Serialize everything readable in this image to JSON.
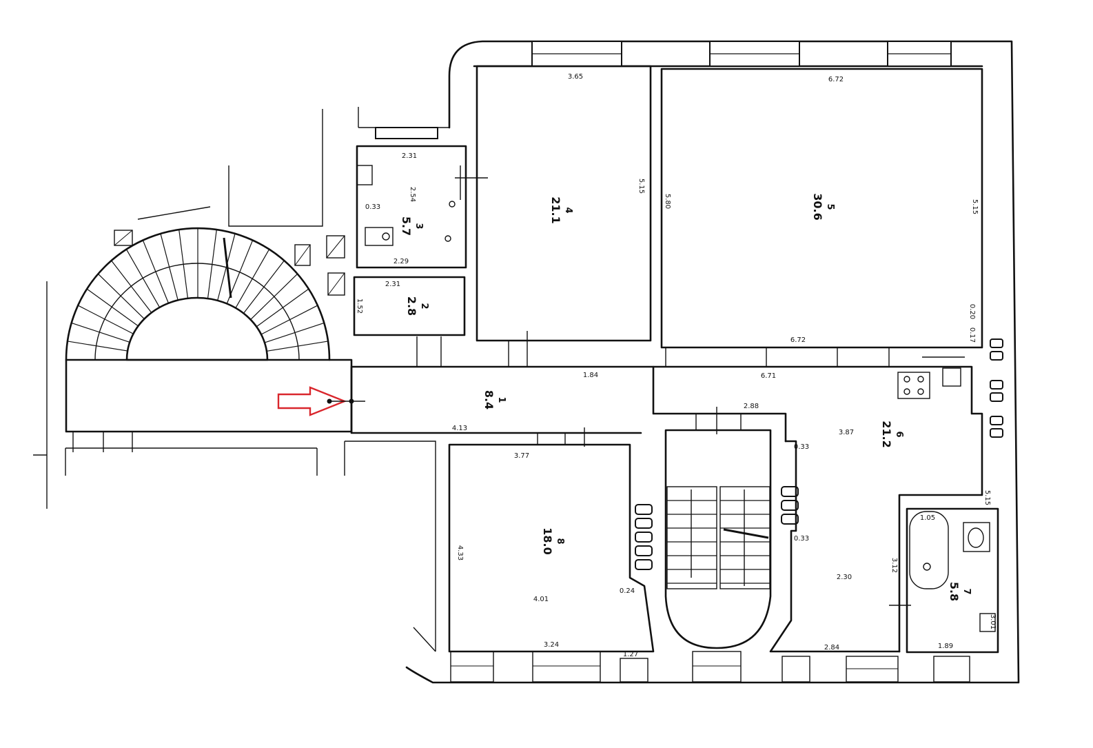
{
  "colors": {
    "ink": "#111111",
    "paper": "#ffffff",
    "arrow": "#d9262c"
  },
  "rooms": [
    {
      "id": "r1",
      "number": "4",
      "area": "21.1"
    },
    {
      "id": "r2",
      "number": "5",
      "area": "30.6"
    },
    {
      "id": "r3",
      "number": "3",
      "area": "5.7"
    },
    {
      "id": "r4",
      "number": "2",
      "area": "2.8"
    },
    {
      "id": "r5",
      "number": "1",
      "area": "8.4"
    },
    {
      "id": "r6",
      "number": "6",
      "area": "21.2"
    },
    {
      "id": "r7",
      "number": "8",
      "area": "18.0"
    },
    {
      "id": "r8",
      "number": "7",
      "area": "5.8"
    }
  ],
  "dimensions": [
    "3.65",
    "6.72",
    "5.15",
    "5.15",
    "5.80",
    "5.15",
    "6.72",
    "0.20",
    "0.17",
    "2.31",
    "2.54",
    "0.33",
    "2.29",
    "2.31",
    "1.52",
    "1.84",
    "4.13",
    "6.71",
    "3.77",
    "2.88",
    "3.87",
    "4.33",
    "4.01",
    "3.24",
    "2.30",
    "2.84",
    "1.05",
    "1.89",
    "3.01",
    "3.12",
    "0.24",
    "1.27",
    "0.33",
    "0.33"
  ],
  "icons": {
    "entrance_arrow": "entrance-arrow-icon"
  }
}
